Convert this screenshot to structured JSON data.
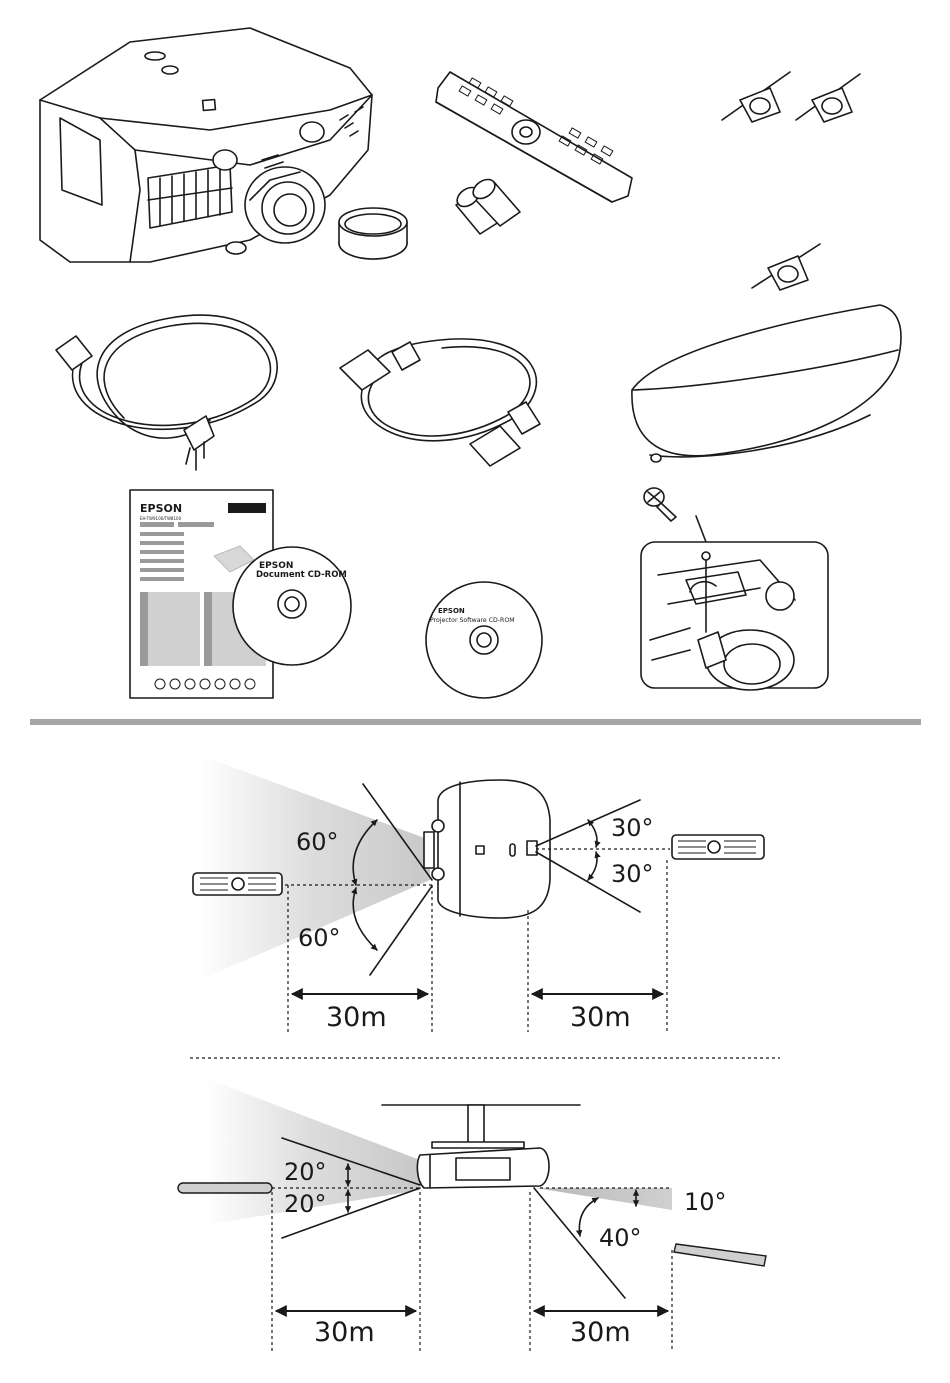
{
  "manual": {
    "brand": "EPSON",
    "manual_subtitle": "EH-TW9100/TW8100",
    "document_cd_label": "Document CD-ROM",
    "software_cd_label": "Projector Software CD-ROM"
  },
  "range_top": {
    "angle_upper_left": "60°",
    "angle_lower_left": "60°",
    "angle_upper_right": "30°",
    "angle_lower_right": "30°",
    "distance_left": "30m",
    "distance_right": "30m"
  },
  "range_bottom": {
    "angle_upper_left": "20°",
    "angle_lower_left": "20°",
    "angle_right_upper": "10°",
    "angle_right_lower": "40°",
    "distance_left": "30m",
    "distance_right": "30m"
  },
  "colors": {
    "line": "#1a1a1a",
    "divider": "#a6a6a6",
    "shade": "#c8c8c8"
  }
}
